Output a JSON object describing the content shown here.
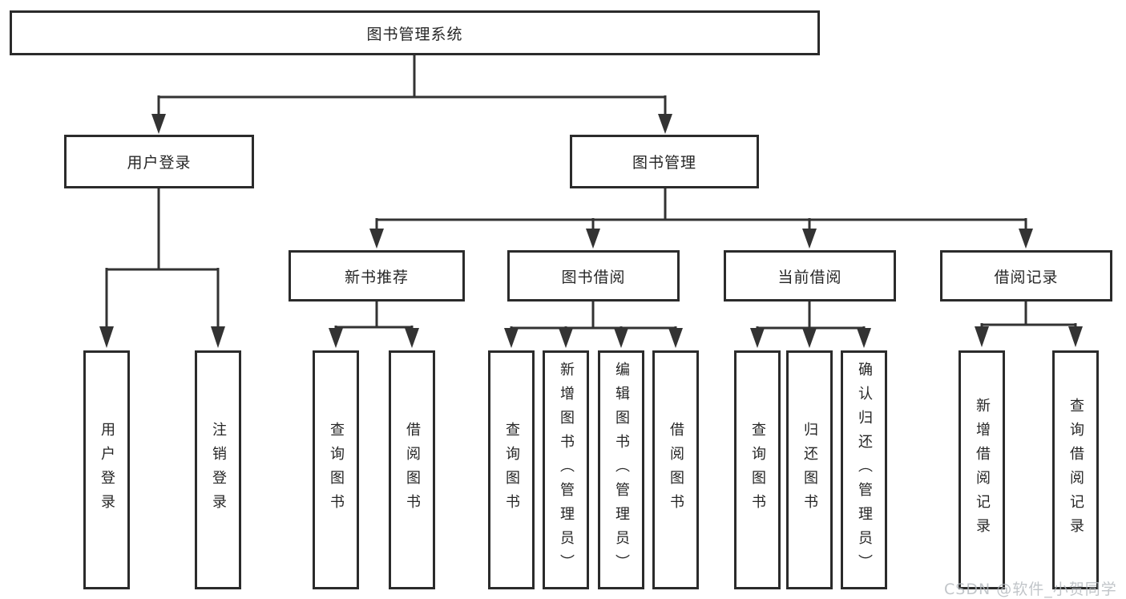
{
  "page": {
    "background": "#ffffff"
  },
  "diagram": {
    "type": "hierarchy-tree",
    "colors": {
      "box_border": "#2b2b2b",
      "connector_line": "#333333",
      "text": "#262626",
      "watermark": "#b2b6bb"
    },
    "root": {
      "label": "图书管理系统"
    },
    "branches": [
      {
        "label": "用户登录",
        "leaves": [
          {
            "label": "用户登录"
          },
          {
            "label": "注销登录"
          }
        ]
      },
      {
        "label": "图书管理",
        "groups": [
          {
            "label": "新书推荐",
            "leaves": [
              {
                "label": "查询图书"
              },
              {
                "label": "借阅图书"
              }
            ]
          },
          {
            "label": "图书借阅",
            "leaves": [
              {
                "label": "查询图书"
              },
              {
                "label": "新增图书（管理员）"
              },
              {
                "label": "编辑图书（管理员）"
              },
              {
                "label": "借阅图书"
              }
            ]
          },
          {
            "label": "当前借阅",
            "leaves": [
              {
                "label": "查询图书"
              },
              {
                "label": "归还图书"
              },
              {
                "label": "确认归还（管理员）"
              }
            ]
          },
          {
            "label": "借阅记录",
            "leaves": [
              {
                "label": "新增借阅记录"
              },
              {
                "label": "查询借阅记录"
              }
            ]
          }
        ]
      }
    ]
  },
  "watermark": {
    "text": "CSDN @软件_小贺同学"
  }
}
